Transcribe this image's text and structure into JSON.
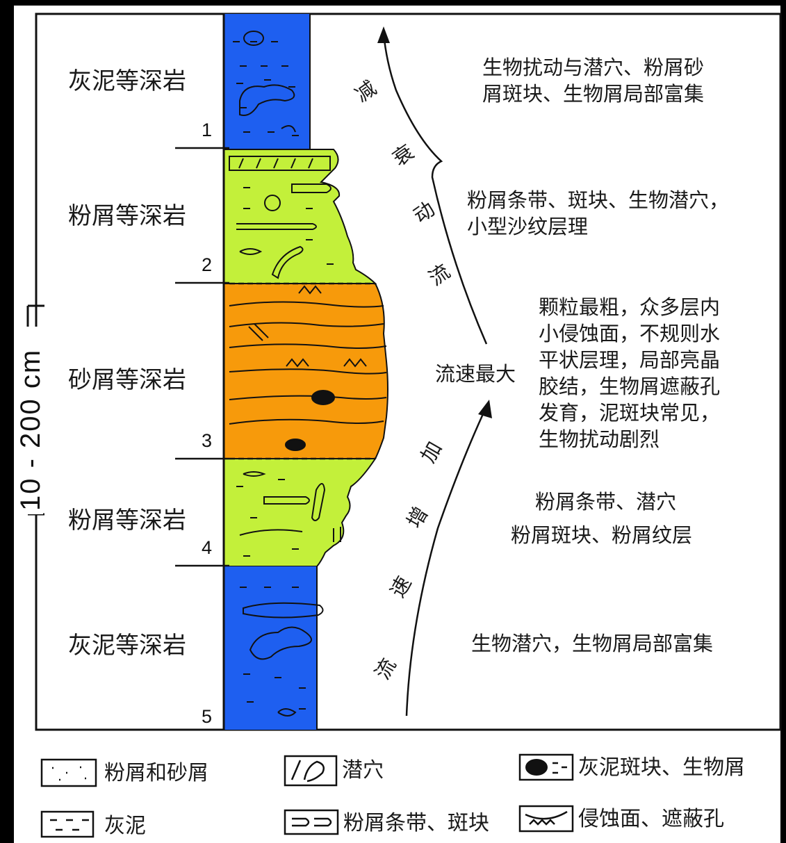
{
  "scale_label": "10 - 200 cm",
  "layers": [
    {
      "name": "灰泥等深岩",
      "color": "#1e5ff0",
      "boundary": "1",
      "description": [
        "生物扰动与潜穴、粉屑砂",
        "屑斑块、生物屑局部富集"
      ]
    },
    {
      "name": "粉屑等深岩",
      "color": "#c3f03a",
      "boundary": "2",
      "description": [
        "粉屑条带、斑块、生物潜穴，",
        "小型沙纹层理"
      ]
    },
    {
      "name": "砂屑等深岩",
      "color": "#f79a0b",
      "boundary": "3",
      "description": [
        "颗粒最粗，众多层内",
        "小侵蚀面，不规则水",
        "平状层理，局部亮晶",
        "胶结，生物屑遮蔽孔",
        "发育，泥斑块常见，",
        "生物扰动剧烈"
      ]
    },
    {
      "name": "粉屑等深岩",
      "color": "#c3f03a",
      "boundary": "4",
      "description": [
        "粉屑条带、潜穴",
        "粉屑斑块、粉屑纹层"
      ]
    },
    {
      "name": "灰泥等深岩",
      "color": "#1e5ff0",
      "boundary": "5",
      "description": [
        "生物潜穴，生物屑局部富集"
      ]
    }
  ],
  "flow": {
    "decreasing": [
      "减",
      "衰",
      "动",
      "流"
    ],
    "increasing": [
      "加",
      "增",
      "速",
      "流"
    ],
    "max_label": "流速最大"
  },
  "legend": [
    {
      "label": "粉屑和砂屑",
      "icon": "dots-pattern-icon"
    },
    {
      "label": "潜穴",
      "icon": "burrow-icon"
    },
    {
      "label": "灰泥斑块、生物屑",
      "icon": "mud-patch-icon"
    },
    {
      "label": "灰泥",
      "icon": "mud-dash-icon"
    },
    {
      "label": "粉屑条带、斑块",
      "icon": "silt-band-icon"
    },
    {
      "label": "侵蚀面、遮蔽孔",
      "icon": "erosion-surface-icon"
    }
  ]
}
